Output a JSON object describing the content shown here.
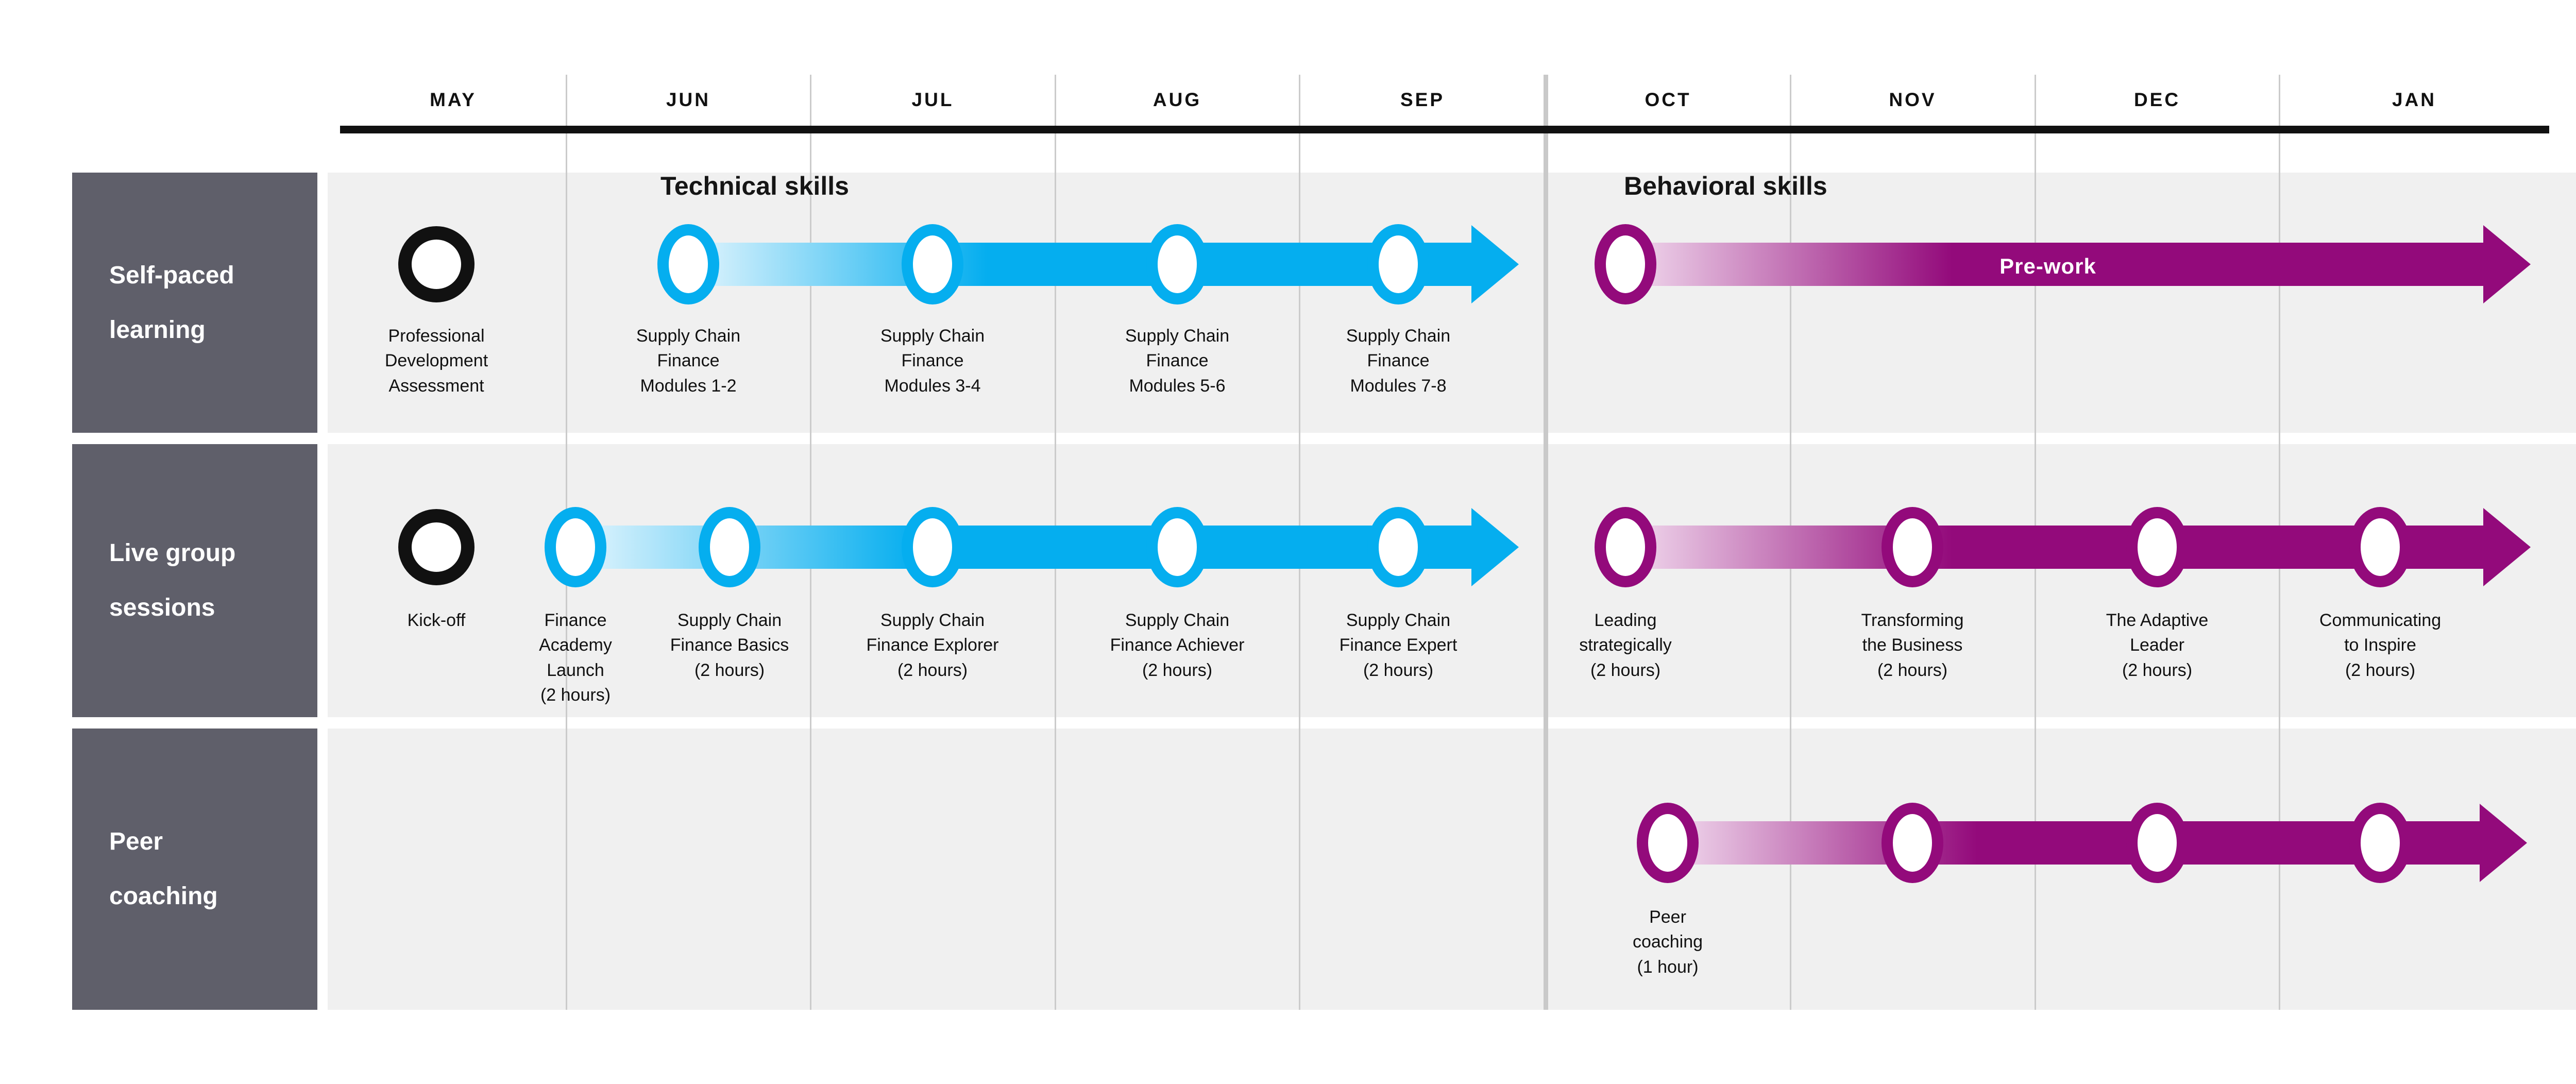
{
  "months": [
    "MAY",
    "JUN",
    "JUL",
    "AUG",
    "SEP",
    "OCT",
    "NOV",
    "DEC",
    "JAN"
  ],
  "sections": {
    "technical": "Technical skills",
    "behavioral": "Behavioral skills"
  },
  "arrows": {
    "prework_label": "Pre-work"
  },
  "rows": [
    {
      "sidebar_label": "Self-paced\nlearning",
      "milestones": [
        {
          "label": "Professional\nDevelopment\nAssessment"
        },
        {
          "label": "Supply Chain\nFinance\nModules 1-2"
        },
        {
          "label": "Supply Chain\nFinance\nModules 3-4"
        },
        {
          "label": "Supply Chain\nFinance\nModules 5-6"
        },
        {
          "label": "Supply Chain\nFinance\nModules 7-8"
        }
      ]
    },
    {
      "sidebar_label": "Live group\nsessions",
      "milestones": [
        {
          "label": "Kick-off"
        },
        {
          "label": "Finance\nAcademy\nLaunch\n(2 hours)"
        },
        {
          "label": "Supply Chain\nFinance Basics\n(2 hours)"
        },
        {
          "label": "Supply Chain\nFinance Explorer\n(2 hours)"
        },
        {
          "label": "Supply Chain\nFinance Achiever\n(2 hours)"
        },
        {
          "label": "Supply Chain\nFinance Expert\n(2 hours)"
        },
        {
          "label": "Leading\nstrategically\n(2 hours)"
        },
        {
          "label": "Transforming\nthe Business\n(2 hours)"
        },
        {
          "label": "The Adaptive\nLeader\n(2 hours)"
        },
        {
          "label": "Communicating\nto Inspire\n(2 hours)"
        }
      ]
    },
    {
      "sidebar_label": "Peer\ncoaching",
      "milestones": [
        {
          "label": "Peer\ncoaching\n(1 hour)"
        }
      ]
    }
  ],
  "colors": {
    "technical_blue": "#05aeef",
    "technical_blue_light": "#e3f5fd",
    "behavioral_purple": "#930a7b",
    "behavioral_purple_light": "#f2dcef",
    "neutral_black": "#111111",
    "sidebar_gray": "#5f5f6a",
    "row_background": "#f0f0f0",
    "gridline_gray": "#cbcbcb"
  }
}
